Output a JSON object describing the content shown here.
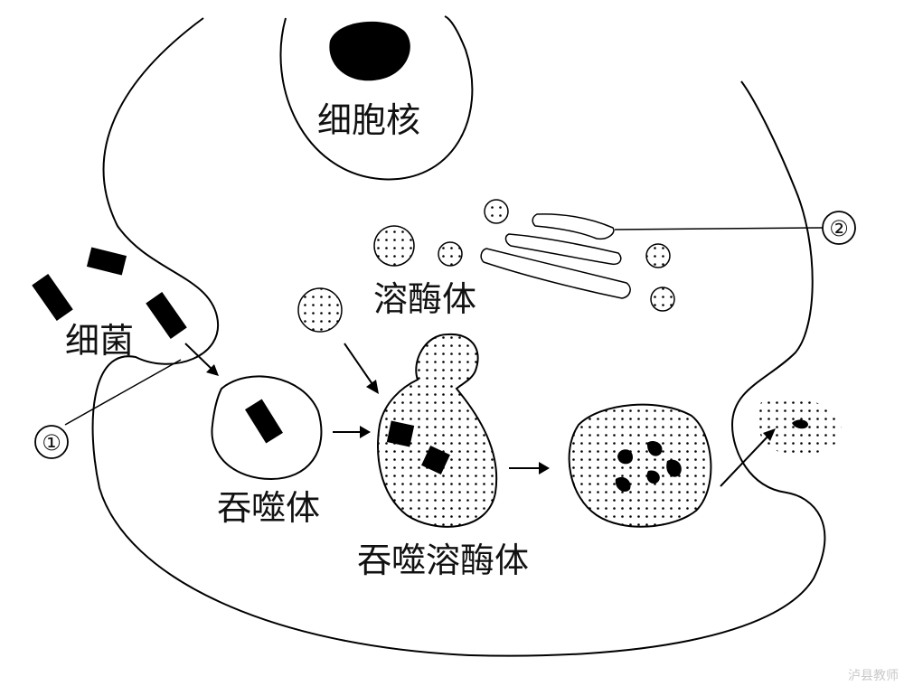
{
  "labels": {
    "nucleus": "细胞核",
    "bacteria": "细菌",
    "lysosome": "溶酶体",
    "phagosome": "吞噬体",
    "phagolysosome": "吞噬溶酶体",
    "marker_1": "①",
    "marker_2": "②"
  },
  "watermark": "泸县教师"
}
